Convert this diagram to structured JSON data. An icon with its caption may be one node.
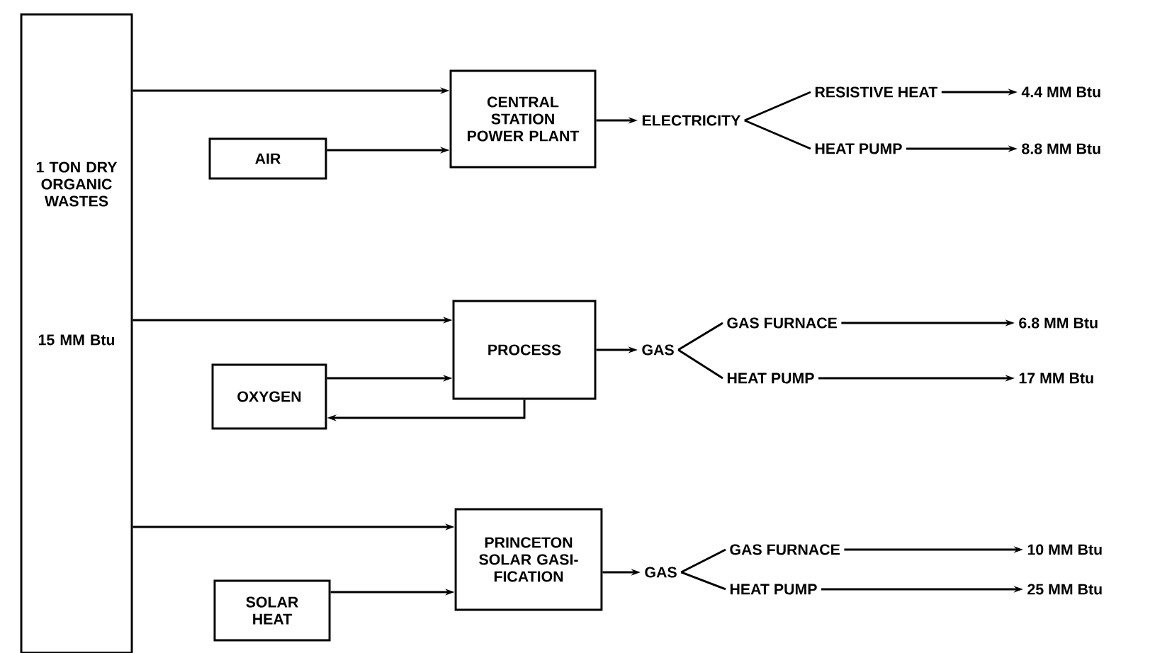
{
  "diagram": {
    "nodes": [
      {
        "text": [
          "1 TON DRY ORGANIC WASTES",
          "15 MM Btu"
        ]
      },
      {
        "text": [
          "CENTRAL STATION POWER PLANT"
        ]
      },
      {
        "text": [
          "AIR"
        ]
      },
      {
        "text": [
          "ELECTRICITY"
        ]
      },
      {
        "text": [
          "RESISTIVE HEAT"
        ]
      },
      {
        "text": [
          "HEAT PUMP"
        ]
      },
      {
        "text": [
          "4.4 MM Btu"
        ]
      },
      {
        "text": [
          "8.8 MM Btu"
        ]
      },
      {
        "text": [
          "PROCESS"
        ]
      },
      {
        "text": [
          "OXYGEN"
        ]
      },
      {
        "text": [
          "GAS"
        ]
      },
      {
        "text": [
          "GAS FURNACE"
        ]
      },
      {
        "text": [
          "HEAT PUMP"
        ]
      },
      {
        "text": [
          "6.8 MM Btu"
        ]
      },
      {
        "text": [
          "17 MM Btu"
        ]
      },
      {
        "text": [
          "PRINCETON SOLAR GASI- FICATION"
        ]
      },
      {
        "text": [
          "SOLAR HEAT"
        ]
      },
      {
        "text": [
          "GAS"
        ]
      },
      {
        "text": [
          "GAS FURNACE"
        ]
      },
      {
        "text": [
          "HEAT PUMP"
        ]
      },
      {
        "text": [
          "10 MM Btu"
        ]
      },
      {
        "text": [
          "25 MM Btu"
        ]
      }
    ],
    "edges": [
      {
        "from": 0,
        "to": 1,
        "arrow": "to"
      },
      {
        "from": 2,
        "to": 1,
        "arrow": "to"
      },
      {
        "from": 1,
        "to": 3,
        "arrow": "to"
      },
      {
        "from": 3,
        "to": 4,
        "arrow": "none"
      },
      {
        "from": 3,
        "to": 5,
        "arrow": "none"
      },
      {
        "from": 4,
        "to": 6,
        "arrow": "to"
      },
      {
        "from": 5,
        "to": 7,
        "arrow": "to"
      },
      {
        "from": 0,
        "to": 8,
        "arrow": "to"
      },
      {
        "from": 9,
        "to": 8,
        "arrow": "to"
      },
      {
        "from": 8,
        "to": 9,
        "arrow": "to"
      },
      {
        "from": 8,
        "to": 10,
        "arrow": "to"
      },
      {
        "from": 10,
        "to": 11,
        "arrow": "none"
      },
      {
        "from": 10,
        "to": 12,
        "arrow": "none"
      },
      {
        "from": 11,
        "to": 13,
        "arrow": "to"
      },
      {
        "from": 12,
        "to": 14,
        "arrow": "to"
      },
      {
        "from": 0,
        "to": 15,
        "arrow": "to"
      },
      {
        "from": 16,
        "to": 15,
        "arrow": "to"
      },
      {
        "from": 15,
        "to": 17,
        "arrow": "to"
      },
      {
        "from": 17,
        "to": 18,
        "arrow": "none"
      },
      {
        "from": 17,
        "to": 19,
        "arrow": "none"
      },
      {
        "from": 18,
        "to": 20,
        "arrow": "to"
      },
      {
        "from": 19,
        "to": 21,
        "arrow": "to"
      }
    ]
  }
}
